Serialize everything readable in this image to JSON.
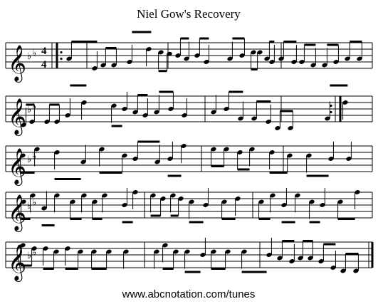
{
  "title": "Niel Gow's Recovery",
  "footer": "www.abcnotation.com/tunes",
  "meter": {
    "top": "4",
    "bottom": "4"
  },
  "key_signature": "Bb major (two flats)",
  "clef_glyph": "𝄞",
  "flat_glyph": "♭",
  "systems": 5,
  "measures_per_system": [
    4,
    3,
    3,
    3,
    3
  ]
}
